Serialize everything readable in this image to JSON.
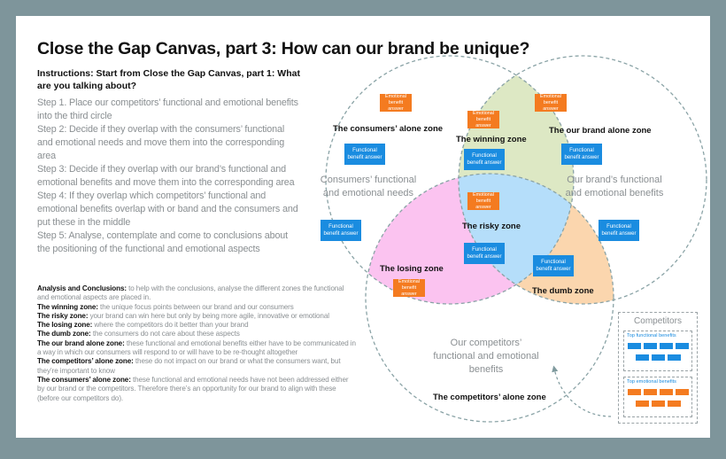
{
  "title": "Close the Gap Canvas, part 3: How can our brand be unique?",
  "instructions_heading": "Instructions: Start from Close the Gap Canvas, part 1: What are you talking about?",
  "steps": [
    "Step 1. Place our competitors’ functional and emotional benefits into the third circle",
    "Step 2: Decide if they overlap with the consumers’ functional and emotional needs and move them into the corresponding area",
    "Step 3: Decide if they overlap with our brand’s functional and emotional benefits and move them into the corresponding area",
    "Step 4: If they overlap which competitors’ functional and emotional benefits overlap with or band and the consumers and put these in the middle",
    "Step 5: Analyse, contemplate and come to conclusions about the positioning of the functional and emotional aspects"
  ],
  "analysis": {
    "heading": "Analysis and Conclusions:",
    "heading_text": "to help with the conclusions, analyse the different zones the functional and emotional aspects are placed in.",
    "items": [
      {
        "label": "The winning zone:",
        "text": "the unique focus points between our brand and our consumers"
      },
      {
        "label": "The risky zone:",
        "text": "your brand can win here but only by being more agile, innovative or emotional"
      },
      {
        "label": "The losing zone:",
        "text": "where the competitors do it better than your brand"
      },
      {
        "label": "The dumb zone:",
        "text": "the consumers do not care about these aspects"
      },
      {
        "label": "The our brand alone zone:",
        "text": "these functional and emotional benefits either have to be communicated in a way in which our consumers will respond to or will have to be re-thought altogether"
      },
      {
        "label": "The competitors’ alone zone:",
        "text": "these do not impact on our brand or what the consumers want, but they’re important to know"
      },
      {
        "label": "The consumers’ alone zone:",
        "text": "these functional and emotional needs have not been addressed either by our brand or the competitors. Therefore there’s an opportunity for our brand to align with these (before our competitors do)."
      }
    ]
  },
  "zones": {
    "consumers_alone": "The consumers’ alone zone",
    "winning": "The winning zone",
    "our_brand_alone": "The our brand alone zone",
    "risky": "The risky zone",
    "losing": "The losing zone",
    "dumb": "The dumb zone",
    "competitors_alone": "The competitors’ alone zone"
  },
  "circle_labels": {
    "consumers": "Consumers’ functional and emotional needs",
    "brand": "Our brand’s functional and emotional benefits",
    "competitors": "Our competitors’ functional and emotional benefits"
  },
  "stickers": {
    "emotional": "Emotional benefit answer",
    "functional": "Functional benefit answer"
  },
  "competitors_box": {
    "title": "Competitors",
    "functional_title": "Top functional benefits",
    "emotional_title": "Top emotional benefits"
  },
  "colors": {
    "frame": "#7e959b",
    "winning": "#dde8c4",
    "risky": "#b5defa",
    "losing": "#fbc3f0",
    "dumb": "#fbd6ae",
    "emotional_sticker": "#f47b20",
    "functional_sticker": "#1a8ce0",
    "circle_stroke": "#8aa3a6"
  }
}
